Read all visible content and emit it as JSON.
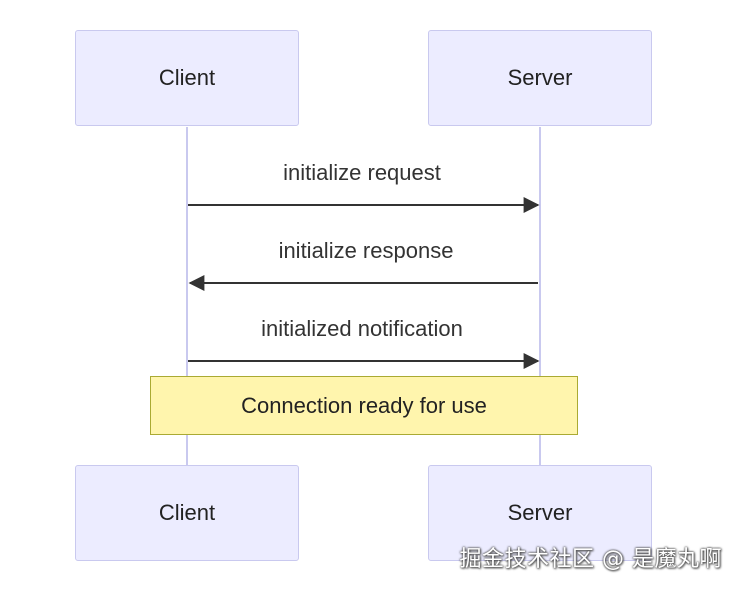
{
  "actors": {
    "client_top": "Client",
    "server_top": "Server",
    "client_bottom": "Client",
    "server_bottom": "Server"
  },
  "messages": [
    {
      "label": "initialize request",
      "direction": "client-to-server"
    },
    {
      "label": "initialize response",
      "direction": "server-to-client"
    },
    {
      "label": "initialized notification",
      "direction": "client-to-server"
    }
  ],
  "note": {
    "text": "Connection ready for use"
  },
  "watermark": "掘金技术社区 @ 是魔丸啊",
  "colors": {
    "actor_fill": "#ececff",
    "actor_border": "#c9c9ef",
    "note_fill": "#fff5ad",
    "note_border": "#aaaa33",
    "arrow": "#333333"
  }
}
